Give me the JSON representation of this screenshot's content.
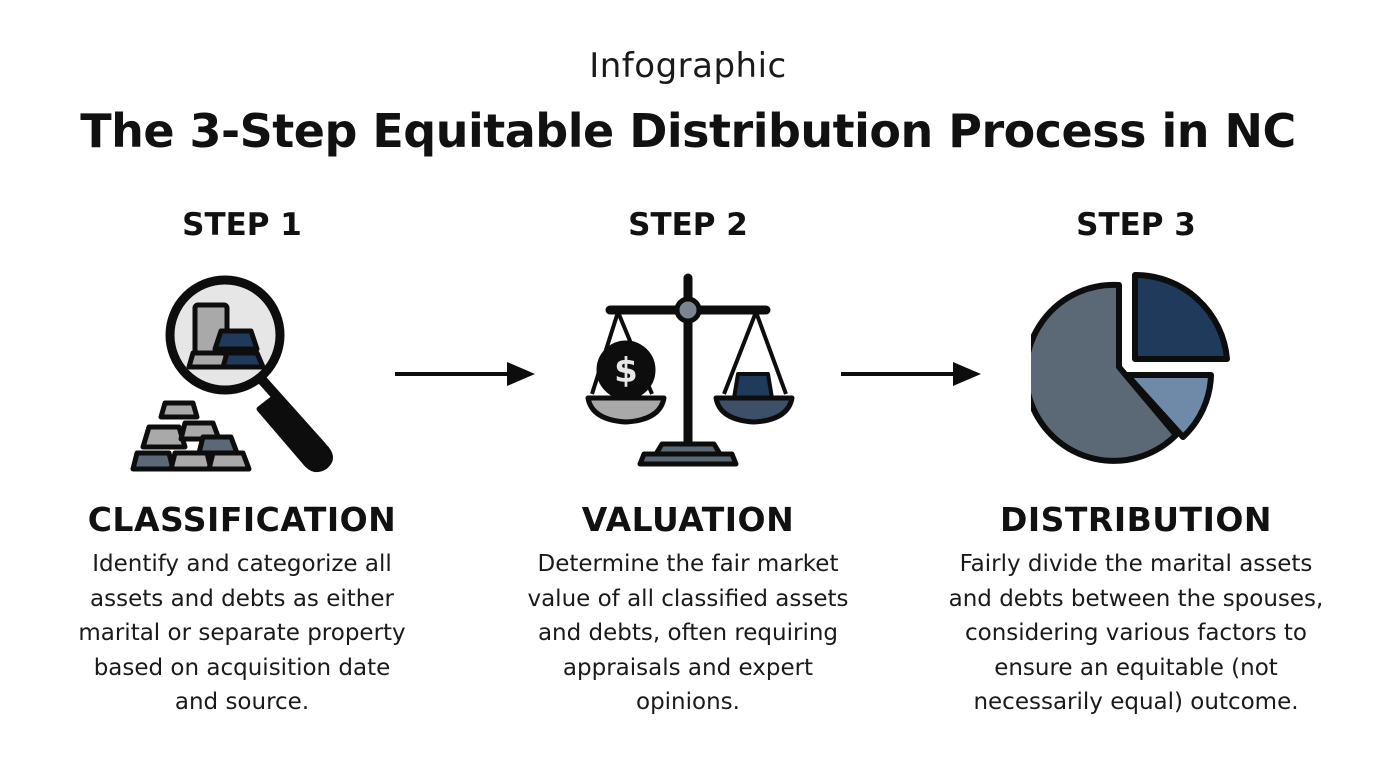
{
  "header": {
    "eyebrow": "Infographic",
    "title": "The 3-Step Equitable Distribution Process in NC"
  },
  "colors": {
    "outline": "#0d0d0d",
    "navy": "#1f3a5a",
    "slate": "#5b6875",
    "steel_blue": "#6f8aa8",
    "light_gray": "#a9a9a9",
    "lens_fill": "#e6e6e6"
  },
  "steps": [
    {
      "number_label": "STEP 1",
      "name": "CLASSIFICATION",
      "icon": "magnifying-glass-gold-bars-icon",
      "lines": [
        "Identify and categorize all",
        "assets and debts as either",
        "marital or separate property",
        "based on acquisition date",
        "and source."
      ]
    },
    {
      "number_label": "STEP 2",
      "name": "VALUATION",
      "icon": "balance-scale-dollar-icon",
      "lines": [
        "Determine the fair market",
        "value of all classified assets",
        "and debts, often requiring",
        "appraisals and expert",
        "opinions."
      ]
    },
    {
      "number_label": "STEP 3",
      "name": "DISTRIBUTION",
      "icon": "pie-chart-split-icon",
      "lines": [
        "Fairly divide the marital assets",
        "and debts between the spouses,",
        "considering various factors to",
        "ensure an equitable (not",
        "necessarily equal) outcome."
      ]
    }
  ],
  "connectors": [
    {
      "from": "STEP 1",
      "to": "STEP 2",
      "icon": "arrow-right-icon"
    },
    {
      "from": "STEP 2",
      "to": "STEP 3",
      "icon": "arrow-right-icon"
    }
  ]
}
